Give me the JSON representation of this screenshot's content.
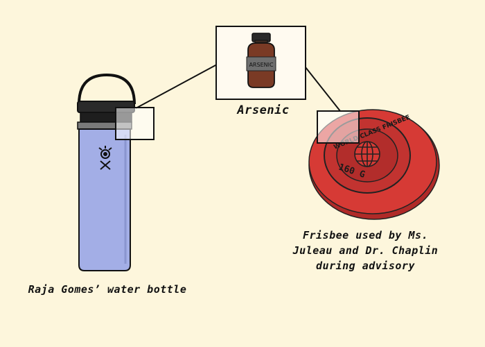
{
  "items": {
    "arsenic": {
      "caption": "Arsenic",
      "jar_label": "ARSENIC"
    },
    "bottle": {
      "caption": "Raja Gomes’ water bottle"
    },
    "frisbee": {
      "caption": "Frisbee used by Ms. Juleau and Dr. Chaplin during advisory",
      "ring_text": "WORLD CLASS FRISBEE",
      "weight_text": "160 G"
    }
  },
  "colors": {
    "background": "#fdf6dc",
    "bottle_body": "#a3aee6",
    "jar": "#7a3a25",
    "frisbee": "#d63a35"
  }
}
